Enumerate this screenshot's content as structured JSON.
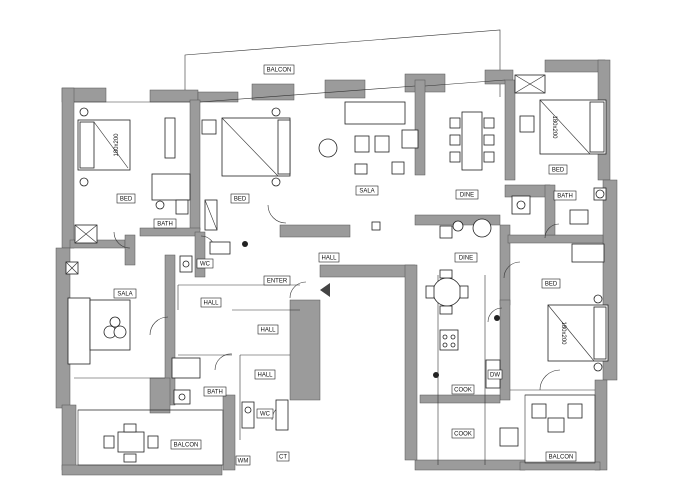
{
  "labels": {
    "balcony_top": "BALCON",
    "bed_left": "BED",
    "bed_mid": "BED",
    "bed_right_top": "BED",
    "bed_right_low": "BED",
    "bath_left": "BATH",
    "bath_right": "BATH",
    "bath_low": "BATH",
    "sala_main": "SALA",
    "sala_left": "SALA",
    "dine_top": "DINE",
    "dine_mid": "DINE",
    "wc_left": "WC",
    "wc_low": "WC",
    "enter": "ENTER",
    "hall_main": "HALL",
    "hall_1": "HALL",
    "hall_2": "HALL",
    "hall_3": "HALL",
    "cook_1": "COOK",
    "cook_2": "COOK",
    "dw": "DW",
    "wm": "WM",
    "ct": "CT",
    "balcony_left": "BALCON",
    "balcony_right": "BALCON"
  },
  "bed_size": "180x200"
}
